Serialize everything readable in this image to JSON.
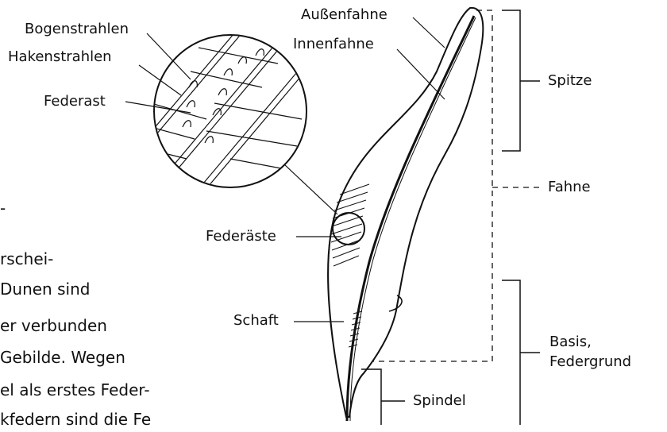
{
  "labels": {
    "bogenstrahlen": "Bogenstrahlen",
    "hakenstrahlen": "Hakenstrahlen",
    "federast": "Federast",
    "aussenfahne": "Außenfahne",
    "innenfahne": "Innenfahne",
    "spitze": "Spitze",
    "fahne": "Fahne",
    "feder_aeste": "Federäste",
    "schaft": "Schaft",
    "basis_line1": "Basis,",
    "basis_line2": "Federgrund",
    "spindel": "Spindel"
  },
  "body_text": {
    "line1": "-",
    "line2": "rschei-",
    "line3": "Dunen sind",
    "line4": "er verbunden",
    "line5": "Gebilde.  Wegen",
    "line6": "el  als  erstes  Feder-",
    "line7": "kfedern sind die Fe"
  }
}
